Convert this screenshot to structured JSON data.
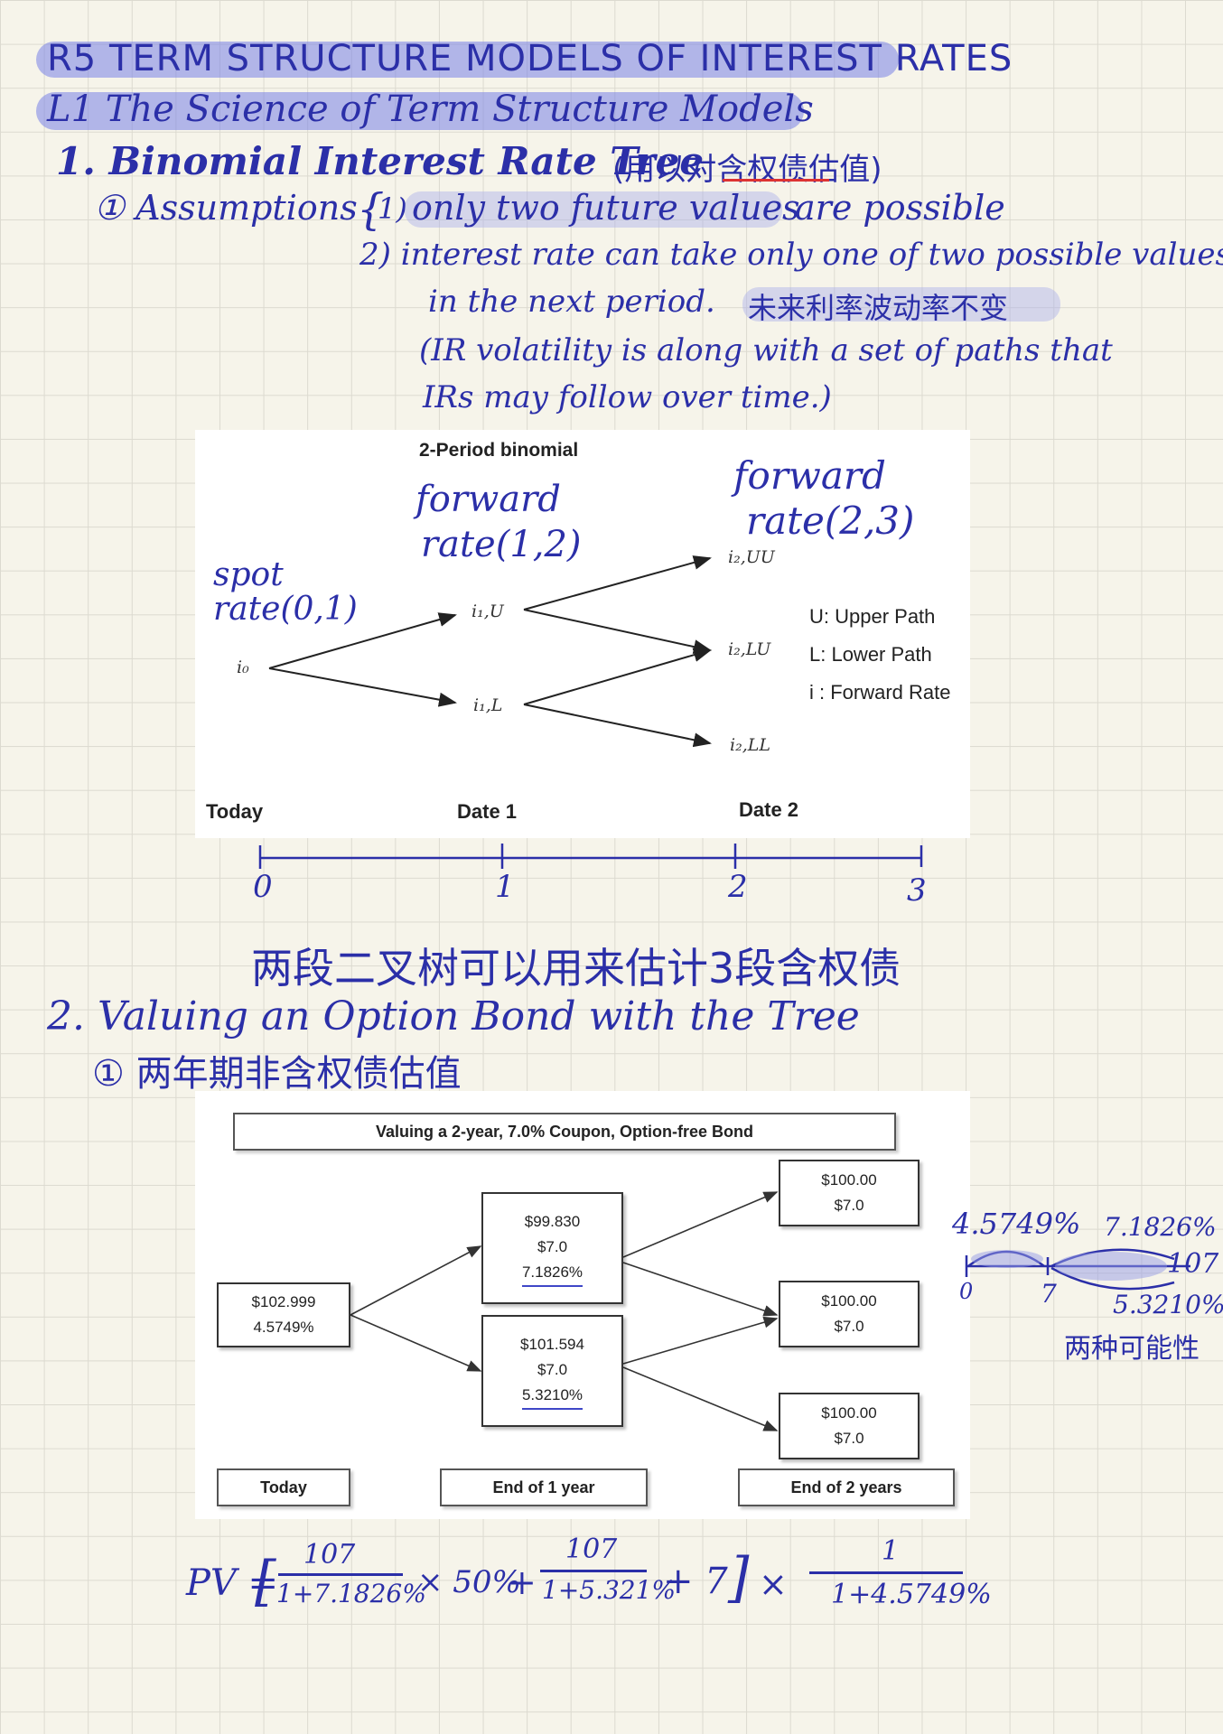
{
  "header": {
    "reading_title": "R5 TERM STRUCTURE MODELS OF INTEREST RATES",
    "lesson_title": "L1 The Science of Term Structure Models"
  },
  "section1": {
    "heading": "1. Binomial Interest Rate Tree",
    "heading_note": "(用以对含权债估值)",
    "assumptions_label": "① Assumptions",
    "assumption_1_prefix": "1)",
    "assumption_1_highlight": "only two future values",
    "assumption_1_rest": "are possible",
    "assumption_2_line1": "2) interest rate can take only one of two possible values",
    "assumption_2_line2_prefix": "in the next period.",
    "assumption_2_line2_highlight": "未来利率波动率不变",
    "note_line1": "(IR volatility is along with a set of paths that",
    "note_line2": "IRs may follow over time.)"
  },
  "tree1": {
    "title": "2-Period binomial",
    "nodes": {
      "i0": "i₀",
      "i1u": "i₁,U",
      "i1l": "i₁,L",
      "i2uu": "i₂,UU",
      "i2lu": "i₂,LU",
      "i2ll": "i₂,LL"
    },
    "legend": [
      "U: Upper Path",
      "L: Lower Path",
      "i : Forward Rate"
    ],
    "dates": [
      "Today",
      "Date 1",
      "Date 2"
    ],
    "annotations": {
      "spot_line1": "spot",
      "spot_line2": "rate(0,1)",
      "fwd12_line1": "forward",
      "fwd12_line2": "rate(1,2)",
      "fwd23_line1": "forward",
      "fwd23_line2": "rate(2,3)"
    }
  },
  "timeline": {
    "ticks": [
      "0",
      "1",
      "2",
      "3"
    ],
    "caption": "两段二叉树可以用来估计3段含权债"
  },
  "section2": {
    "heading": "2. Valuing an Option Bond with the Tree",
    "sub": "① 两年期非含权债估值"
  },
  "tree2": {
    "title": "Valuing a 2-year, 7.0% Coupon, Option-free Bond",
    "today": {
      "price": "$102.999",
      "rate": "4.5749%"
    },
    "upper1": {
      "price": "$99.830",
      "coupon": "$7.0",
      "rate": "7.1826%"
    },
    "lower1": {
      "price": "$101.594",
      "coupon": "$7.0",
      "rate": "5.3210%"
    },
    "uu": {
      "price": "$100.00",
      "coupon": "$7.0"
    },
    "lu": {
      "price": "$100.00",
      "coupon": "$7.0"
    },
    "ll": {
      "price": "$100.00",
      "coupon": "$7.0"
    },
    "captions": [
      "Today",
      "End of 1 year",
      "End of 2 years"
    ]
  },
  "side_note": {
    "rate_left": "4.5749%",
    "rate_right": "7.1826%",
    "val_107": "107",
    "rate_low": "5.3210%",
    "t0": "0",
    "t7": "7",
    "caption": "两种可能性"
  },
  "formula": {
    "pv": "PV =",
    "lb": "[",
    "f1_num": "107",
    "f1_den": "1+7.1826%",
    "times50": "× 50%",
    "plus1": "+",
    "f2_num": "107",
    "f2_den": "1+5.321%",
    "plus7": "+ 7",
    "rb": "]",
    "times": "×",
    "f3_num": "1",
    "f3_den": "1+4.5749%"
  }
}
